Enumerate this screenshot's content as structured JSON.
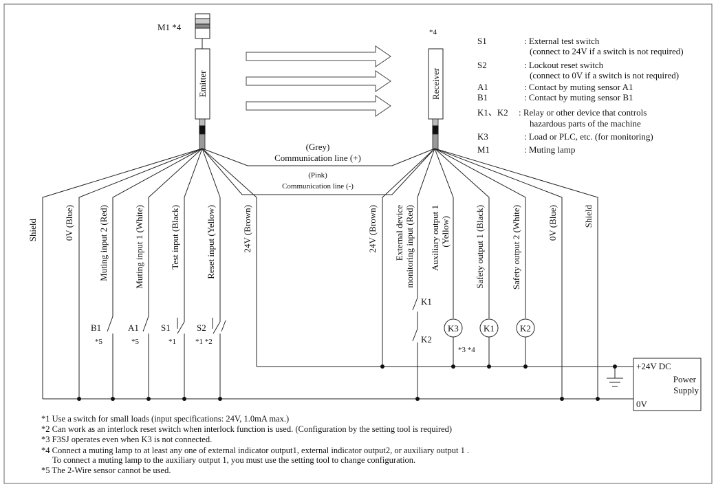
{
  "title_labels": {
    "m1_star": "M1  *4",
    "receiver_star": "*4",
    "emitter": "Emitter",
    "receiver": "Receiver"
  },
  "legend": [
    {
      "key": "S1",
      "desc": ": External test switch"
    },
    {
      "key": "",
      "desc": "(connect to 24V if a switch is not required)"
    },
    {
      "key": "S2",
      "desc": ": Lockout reset switch"
    },
    {
      "key": "",
      "desc": "(connect to 0V if a switch is not required)"
    },
    {
      "key": "A1",
      "desc": ": Contact by muting sensor A1"
    },
    {
      "key": "B1",
      "desc": ": Contact by muting sensor B1"
    },
    {
      "key": "K1、K2",
      "desc": ": Relay or other device that controls"
    },
    {
      "key": "",
      "desc": "hazardous parts of the machine"
    },
    {
      "key": "K3",
      "desc": ": Load or PLC, etc. (for monitoring)"
    },
    {
      "key": "M1",
      "desc": ": Muting lamp"
    }
  ],
  "comm_lines": {
    "grey": "(Grey)",
    "plus": "Communication line (+)",
    "pink": "(Pink)",
    "minus": "Communication line (-)"
  },
  "emitter_wires": [
    "Shield",
    "0V (Blue)",
    "Muting input 2 (Red)",
    "Muting input 1 (White)",
    "Test input (Black)",
    "Reset input (Yellow)",
    "24V (Brown)"
  ],
  "receiver_wires": [
    "24V (Brown)",
    "External device",
    "monitoring input (Red)",
    "Auxiliary output 1",
    "(Yellow)",
    "Safety output 1 (Black)",
    "Safety output 2 (White)",
    "0V (Blue)",
    "Shield"
  ],
  "switches": {
    "b1": "B1",
    "b1_note": "*5",
    "a1": "A1",
    "a1_note": "*5",
    "s1": "S1",
    "s1_note": "*1",
    "s2": "S2",
    "s2_note": "*1 *2",
    "k1": "K1",
    "k2": "K2"
  },
  "loads": {
    "k3": "K3",
    "k1": "K1",
    "k2": "K2",
    "k3_note": "*3 *4"
  },
  "power_supply": {
    "plus": "+24V DC",
    "line1": "Power",
    "line2": "Supply",
    "zero": "0V"
  },
  "notes": [
    "*1 Use a switch for small loads (input specifications: 24V, 1.0mA max.)",
    "*2 Can work as an interlock reset switch when interlock function is used. (Configuration by the setting tool is required)",
    "*3 F3SJ operates even when K3 is not connected.",
    "*4 Connect a muting lamp to at least any one of external indicator output1, external indicator output2, or auxiliary output 1 .",
    "To connect a muting lamp to the auxiliary output 1, you must use the setting tool to change configuration.",
    "*5 The 2-Wire sensor cannot be used."
  ]
}
